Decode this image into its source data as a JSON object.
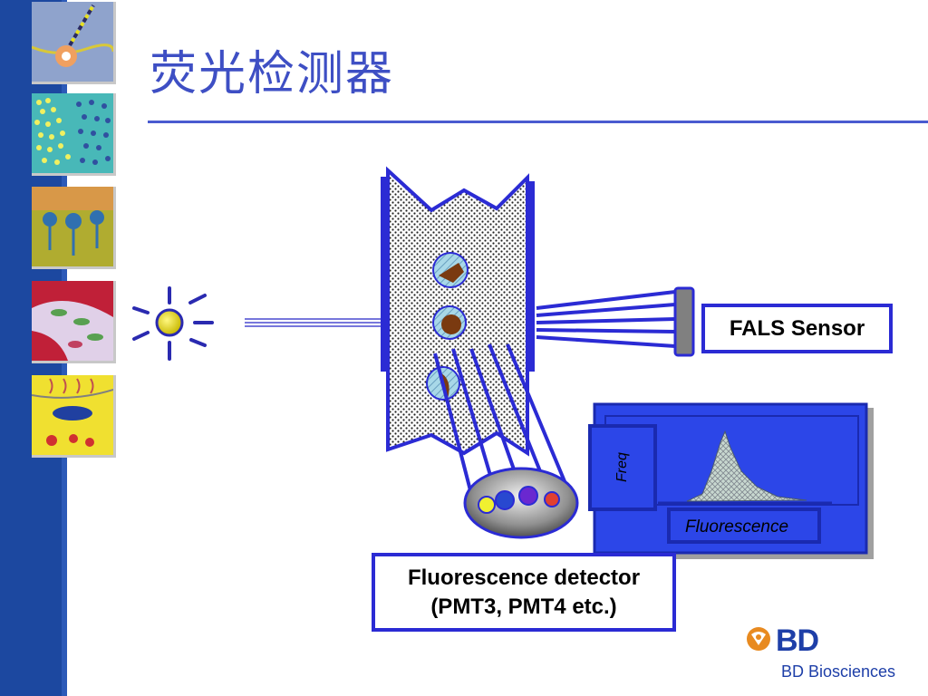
{
  "slide": {
    "title": "荧光检测器",
    "fals_label": "FALS Sensor",
    "detector_line1": "Fluorescence detector",
    "detector_line2": "(PMT3, PMT4 etc.)",
    "histogram_y_label": "Freq",
    "histogram_x_label": "Fluorescence"
  },
  "logo": {
    "brand": "BD",
    "subtitle": "BD Biosciences"
  },
  "sidebar": {
    "thumbnails": [
      "cell-icon",
      "particles-icon",
      "tissue-icon",
      "leaf-cells-icon",
      "assay-icon"
    ]
  },
  "colors": {
    "accent_blue": "#2b2bd4",
    "sidebar_blue": "#1c48a0",
    "title_blue": "#3e4fc4",
    "laser_yellow": "#e8e010"
  }
}
